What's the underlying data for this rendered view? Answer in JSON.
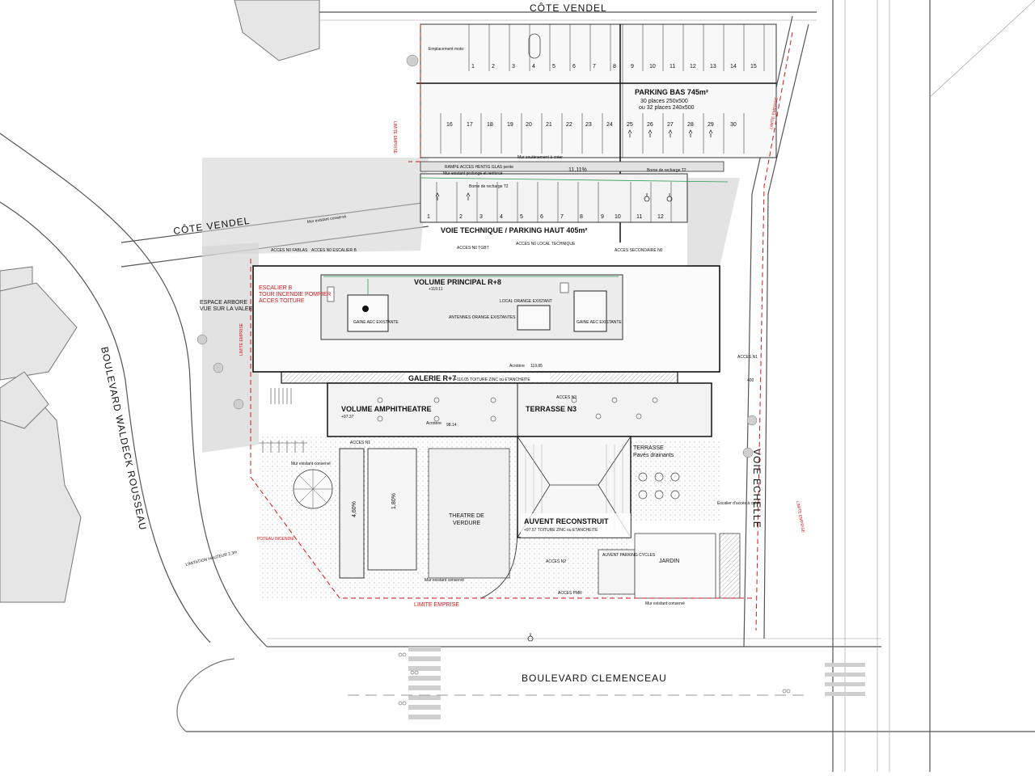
{
  "streets": {
    "cote_vendel_top": "CÔTE VENDEL",
    "cote_vendel_left": "CÔTE VENDEL",
    "boulevard_waldeck": "BOULEVARD WALDECK ROUSSEAU",
    "boulevard_clemenceau": "BOULEVARD CLEMENCEAU",
    "voie_echelle": "VOIE ECHELLE"
  },
  "parking_bas": {
    "title": "PARKING BAS 745m²",
    "line1": "30 places 250x500",
    "line2": "ou 32 places 240x500",
    "emplacement_moto": "Emplacement moto",
    "top_row": [
      "1",
      "2",
      "3",
      "4",
      "5",
      "6",
      "7",
      "8",
      "9",
      "10",
      "11",
      "12",
      "13",
      "14",
      "15"
    ],
    "bottom_row": [
      "16",
      "17",
      "18",
      "19",
      "20",
      "21",
      "22",
      "23",
      "24",
      "25",
      "26",
      "27",
      "28",
      "29",
      "30"
    ]
  },
  "parking_haut": {
    "title": "VOIE TECHNIQUE / PARKING HAUT 405m²",
    "row": [
      "1",
      "2",
      "3",
      "4",
      "5",
      "6",
      "7",
      "8",
      "9",
      "10",
      "11",
      "12"
    ],
    "borne_left": "Borne de recharge T2",
    "borne_right": "Borne de recharge T2",
    "rampe": "RAMPE ACCES HENTIG GLAS pente",
    "slope": "11,11%",
    "mur_prolonge": "Mur existant prolongé et renforcé",
    "mur_soutenement": "Mur soutènement à créer",
    "mur_conserve": "Mur existant conservé"
  },
  "acces_row": [
    "ACCES N0 FABLAS",
    "ACCES N0 ESCALIER B",
    "ACCES N0 TGBT",
    "ACCES N0 LOCAL TECHNIQUE",
    "ACCES SECONDAIRE N0"
  ],
  "volume_principal": {
    "title": "VOLUME PRINCIPAL R+8",
    "level": "+119.11",
    "escalier_red_1": "ESCALIER B",
    "escalier_red_2": "TOUR INCENDIE POMPIER",
    "escalier_red_3": "ACCES TOITURE",
    "acrotere": "Acrotère",
    "acrotere_level": "119.85",
    "gaine_left": "GAINE AEC EXISTANTE",
    "gaine_right": "GAINE AEC EXISTANTE",
    "local_center": "LOCAL ORANGE EXISTANT",
    "antennes": "ANTENNES ORANGE EXISTANTES"
  },
  "galerie": {
    "title": "GALERIE R+7",
    "detail": "+116.05  TOITURE ZINC ou ETANCHEITE"
  },
  "amphitheatre": {
    "title": "VOLUME AMPHITHEATRE",
    "level": "+97.37",
    "acrotere": "Acrotère",
    "acrotere_level": "98.14"
  },
  "terrasse_n3": {
    "title": "TERRASSE N3",
    "acces": "ACCES N3"
  },
  "auvent": {
    "title": "AUVENT RECONSTRUIT",
    "detail": "+97.57  TOITURE ZINC ou ETANCHEITE"
  },
  "terrasse_paves": {
    "line1": "TERRASSE",
    "line2": "Pavés drainants"
  },
  "jardin": "JARDIN",
  "auvent_parking": "AUVENT PARKING CYCLES",
  "theatre": {
    "line1": "THEATRE DE",
    "line2": "VERDURE"
  },
  "espace_arbore": {
    "line1": "ESPACE ARBORE",
    "line2": "VUE SUR LA VALEE"
  },
  "limite_emprise": "LIMITE EMPRISE",
  "limitation_hauteur": "LIMITATION HAUTEUR 2,3m",
  "poteau_incendie": "POTEAU INCENDIE",
  "acces_n1": "ACCES N1",
  "acces_n2": "ACCES N2",
  "acces_pmr": "ACCES PMR",
  "acces_n1_right": "ACCES N1",
  "escalier_creer": "Escalier d'accès à créer",
  "slope_a": "4,60%",
  "slope_b": "1,80%",
  "dim_400": "400",
  "mur_existant": "Mur existant conservé",
  "colors": {
    "line": "#222222",
    "red": "#d01818",
    "gray_fill": "#d9d9d9",
    "light_fill": "#eeeeee",
    "green": "#2e9d55"
  },
  "icons": [
    "ev-charger-icon",
    "wheelchair-icon",
    "bike-icon",
    "tree-icon"
  ]
}
